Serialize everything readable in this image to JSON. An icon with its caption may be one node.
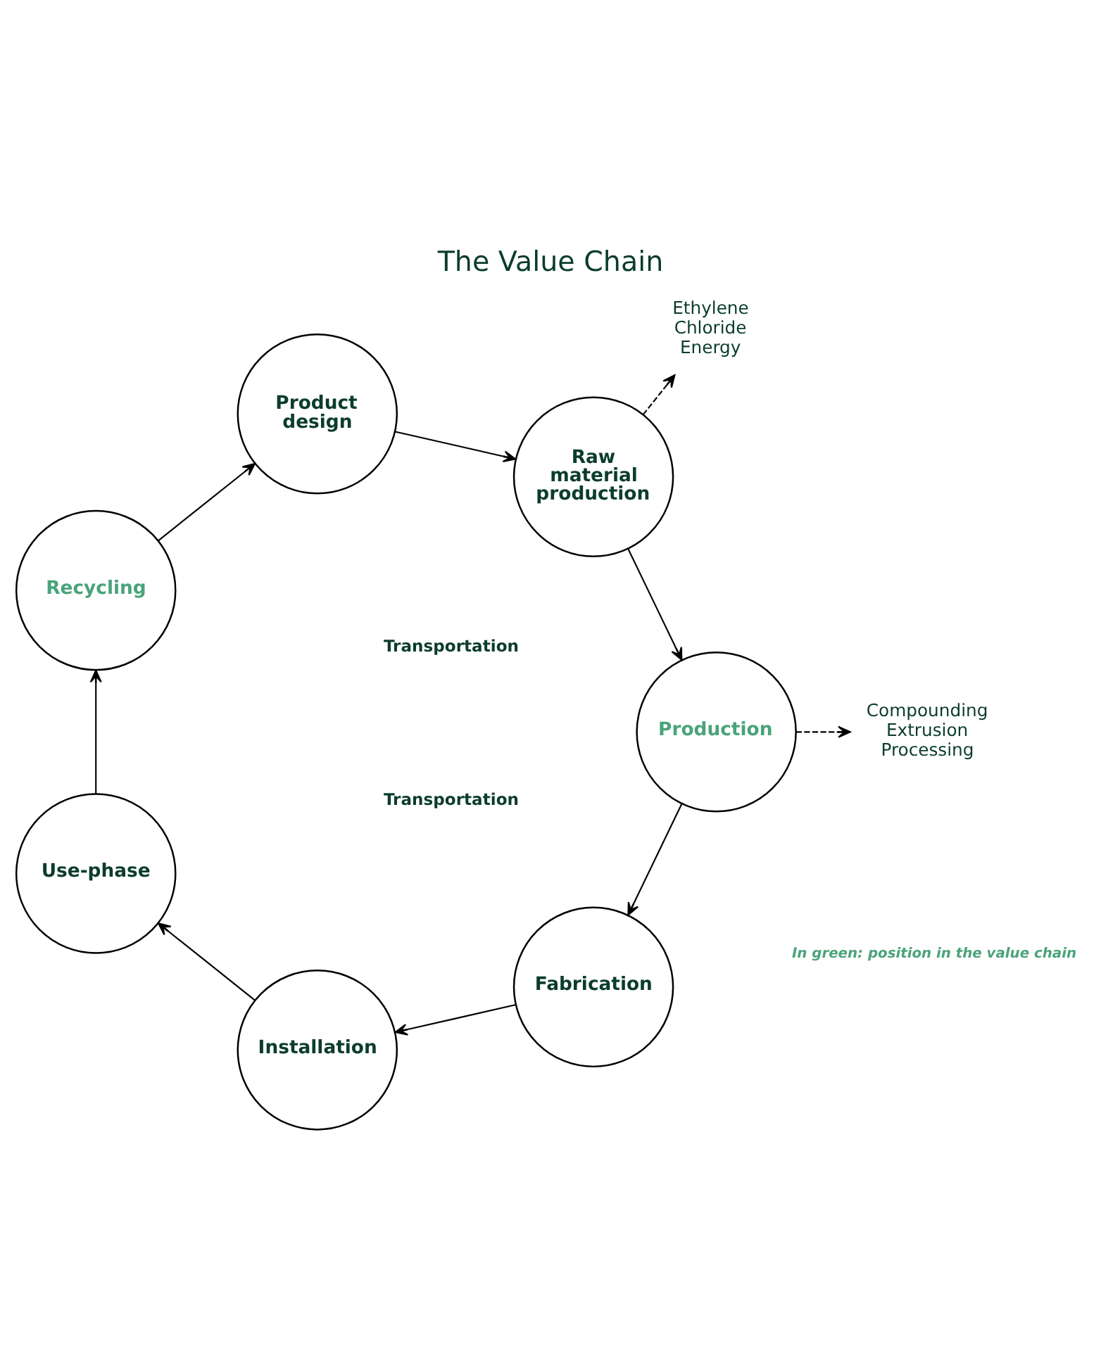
{
  "diagram": {
    "title": "The Value Chain",
    "caption": "In green: position in the value chain",
    "nodes": [
      {
        "text": [
          "Raw material production"
        ]
      },
      {
        "text": [
          "Production"
        ]
      },
      {
        "text": [
          "Fabrication"
        ]
      },
      {
        "text": [
          "Installation"
        ]
      },
      {
        "text": [
          "Use-phase"
        ]
      },
      {
        "text": [
          "Recycling"
        ]
      },
      {
        "text": [
          "Product design"
        ]
      },
      {
        "text": [
          "Ethylene Chloride Energy"
        ]
      },
      {
        "text": [
          "Compounding Extrusion Processing"
        ]
      }
    ],
    "edges": [
      {
        "from": 0,
        "to": 1,
        "arrow": "to"
      },
      {
        "from": 1,
        "to": 2,
        "arrow": "to"
      },
      {
        "from": 2,
        "to": 3,
        "arrow": "to"
      },
      {
        "from": 3,
        "to": 4,
        "arrow": "to"
      },
      {
        "from": 4,
        "to": 5,
        "arrow": "to"
      },
      {
        "from": 5,
        "to": 6,
        "arrow": "to"
      },
      {
        "from": 6,
        "to": 0,
        "arrow": "to"
      },
      {
        "from": 0,
        "to": 7,
        "arrow": "to",
        "style": "dashed"
      },
      {
        "from": 1,
        "to": 8,
        "arrow": "to",
        "style": "dashed"
      }
    ],
    "labels": [
      "Transportation",
      "Transportation"
    ]
  }
}
